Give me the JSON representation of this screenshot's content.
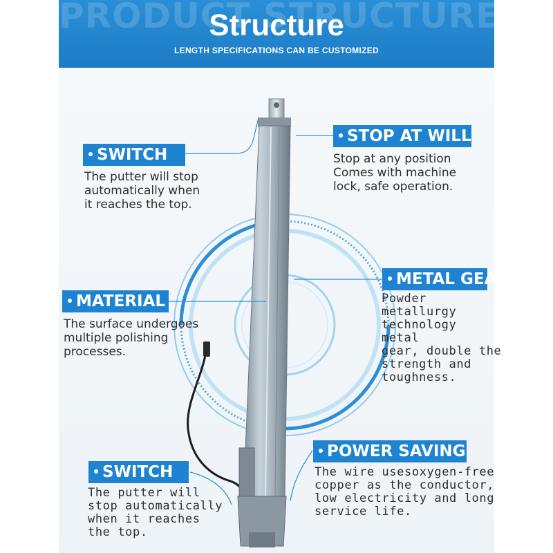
{
  "banner": {
    "ghost_text": "PRODUCT STRUCTURE",
    "title": "Structure",
    "subtitle": "LENGTH SPECIFICATIONS CAN BE CUSTOMIZED"
  },
  "features": {
    "switch_top": {
      "label": "SWITCH",
      "lines": [
        "The putter will stop",
        "automatically when",
        "it reaches the top."
      ]
    },
    "stop_at_will": {
      "label": "STOP AT WILL",
      "lines": [
        "Stop at any position",
        "Comes with machine",
        "lock, safe operation."
      ]
    },
    "material": {
      "label": "MATERIAL",
      "lines": [
        "The surface undergoes",
        "multiple polishing",
        "processes."
      ]
    },
    "metal_gear": {
      "label": "METAL GEAR",
      "lines": [
        "Powder",
        "metallurgy",
        "technology",
        "metal",
        "gear, double the",
        "strength and",
        "toughness."
      ]
    },
    "power_saving": {
      "label": "POWER SAVING",
      "lines": [
        "The wire usesoxygen-free",
        "copper as the conductor,",
        "low electricity and long",
        "service life."
      ]
    },
    "switch_bottom": {
      "label": "SWITCH",
      "lines": [
        "The putter will",
        "stop automatically",
        "when it reaches",
        "the top."
      ]
    }
  },
  "colors": {
    "banner_blue": "#1e84d2",
    "label_blue": "#1e84d2",
    "ring_blue": "#4aa6e0"
  }
}
